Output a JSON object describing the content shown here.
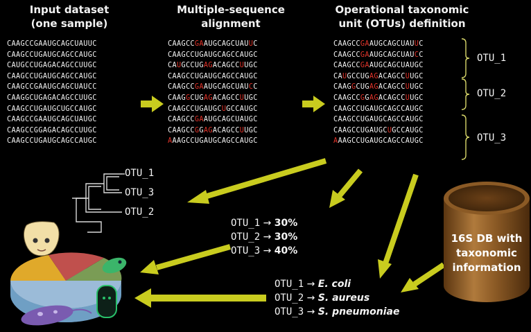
{
  "headers": {
    "input": [
      "Input dataset",
      "(one sample)"
    ],
    "alignment": [
      "Multiple-sequence",
      "alignment"
    ],
    "otu_def": [
      "Operational taxonomic",
      "unit (OTUs) definition"
    ]
  },
  "input_sequences": [
    "CAAGCCGAAUGCAGCUAUUC",
    "CAAGCCUGAUGCAGCCAUGC",
    "CAUGCCUGAGACAGCCUUGC",
    "CAAGCCUGAUGCAGCCAUGC",
    "CAAGCCGAAUGCAGCUAUCC",
    "CAAGGCUGAGACAGCCUUGC",
    "CAAGCCUGAUGCUGCCAUGC",
    "CAAGCCGAAUGCAGCUAUGC",
    "CAAGCCGGAGACAGCCUUGC",
    "CAAGCCUGAUGCAGCCAUGC"
  ],
  "aligned_sequences": [
    "CAAGCCGAAUGCAGCUAUUC",
    "CAAGCCUGAUGCAGCCAUGC",
    "CAUGCCUGAGACAGCCUUGC",
    "CAAGCCUGAUGCAGCCAUGC",
    "CAAGCCGAAUGCAGCUAUCC",
    "CAAGGCUGAGACAGCCUUGC",
    "CAAGCCUGAUGCUGCCAUGC",
    "CAAGCCGAAUGCAGCUAUGC",
    "CAAGCCGGAGACAGCCUUGC",
    "AAAGCCUGAUGCAGCCAUGC"
  ],
  "aligned_highlights": [
    [
      6,
      7,
      18
    ],
    [],
    [
      2,
      8,
      9,
      16
    ],
    [],
    [
      6,
      7,
      18
    ],
    [
      4,
      8,
      9,
      16
    ],
    [
      12
    ],
    [
      6,
      7
    ],
    [
      6,
      8,
      9,
      16
    ],
    [
      0
    ]
  ],
  "otu_sequences": [
    "CAAGCCGAAUGCAGCUAUUC",
    "CAAGCCGAAUGCAGCUAUCC",
    "CAAGCCGAAUGCAGCUAUGC",
    "CAUGCCUGAGACAGCCUUGC",
    "CAAGGCUGAGACAGCCUUGC",
    "CAAGCCGGAGACAGCCUUGC",
    "CAAGCCUGAUGCAGCCAUGC",
    "CAAGCCUGAUGCAGCCAUGC",
    "CAAGCCUGAUGCUGCCAUGC",
    "AAAGCCUGAUGCAGCCAUGC"
  ],
  "otu_highlights": [
    [
      6,
      7,
      18
    ],
    [
      6,
      7,
      18
    ],
    [
      6,
      7
    ],
    [
      2,
      8,
      9,
      16
    ],
    [
      4,
      8,
      9,
      16
    ],
    [
      6,
      8,
      9,
      16
    ],
    [],
    [],
    [
      12
    ],
    [
      0
    ]
  ],
  "otu_labels": [
    "OTU_1",
    "OTU_2",
    "OTU_3"
  ],
  "tree_labels": [
    "OTU_1",
    "OTU_3",
    "OTU_2"
  ],
  "abundances": [
    {
      "otu": "OTU_1",
      "arrow": "→",
      "value": "30%"
    },
    {
      "otu": "OTU_2",
      "arrow": "→",
      "value": "30%"
    },
    {
      "otu": "OTU_3",
      "arrow": "→",
      "value": "40%"
    }
  ],
  "taxonomy": [
    {
      "otu": "OTU_1",
      "arrow": "→",
      "species": "E. coli"
    },
    {
      "otu": "OTU_2",
      "arrow": "→",
      "species": "S. aureus"
    },
    {
      "otu": "OTU_3",
      "arrow": "→",
      "species": "S. pneumoniae"
    }
  ],
  "database": {
    "lines": [
      "16S DB with",
      "taxonomic",
      "information"
    ]
  },
  "colors": {
    "arrow": "#c9cc1f",
    "highlight": "#e3342a",
    "db_body": "#8b5a25",
    "bracket": "#d8d76a"
  }
}
